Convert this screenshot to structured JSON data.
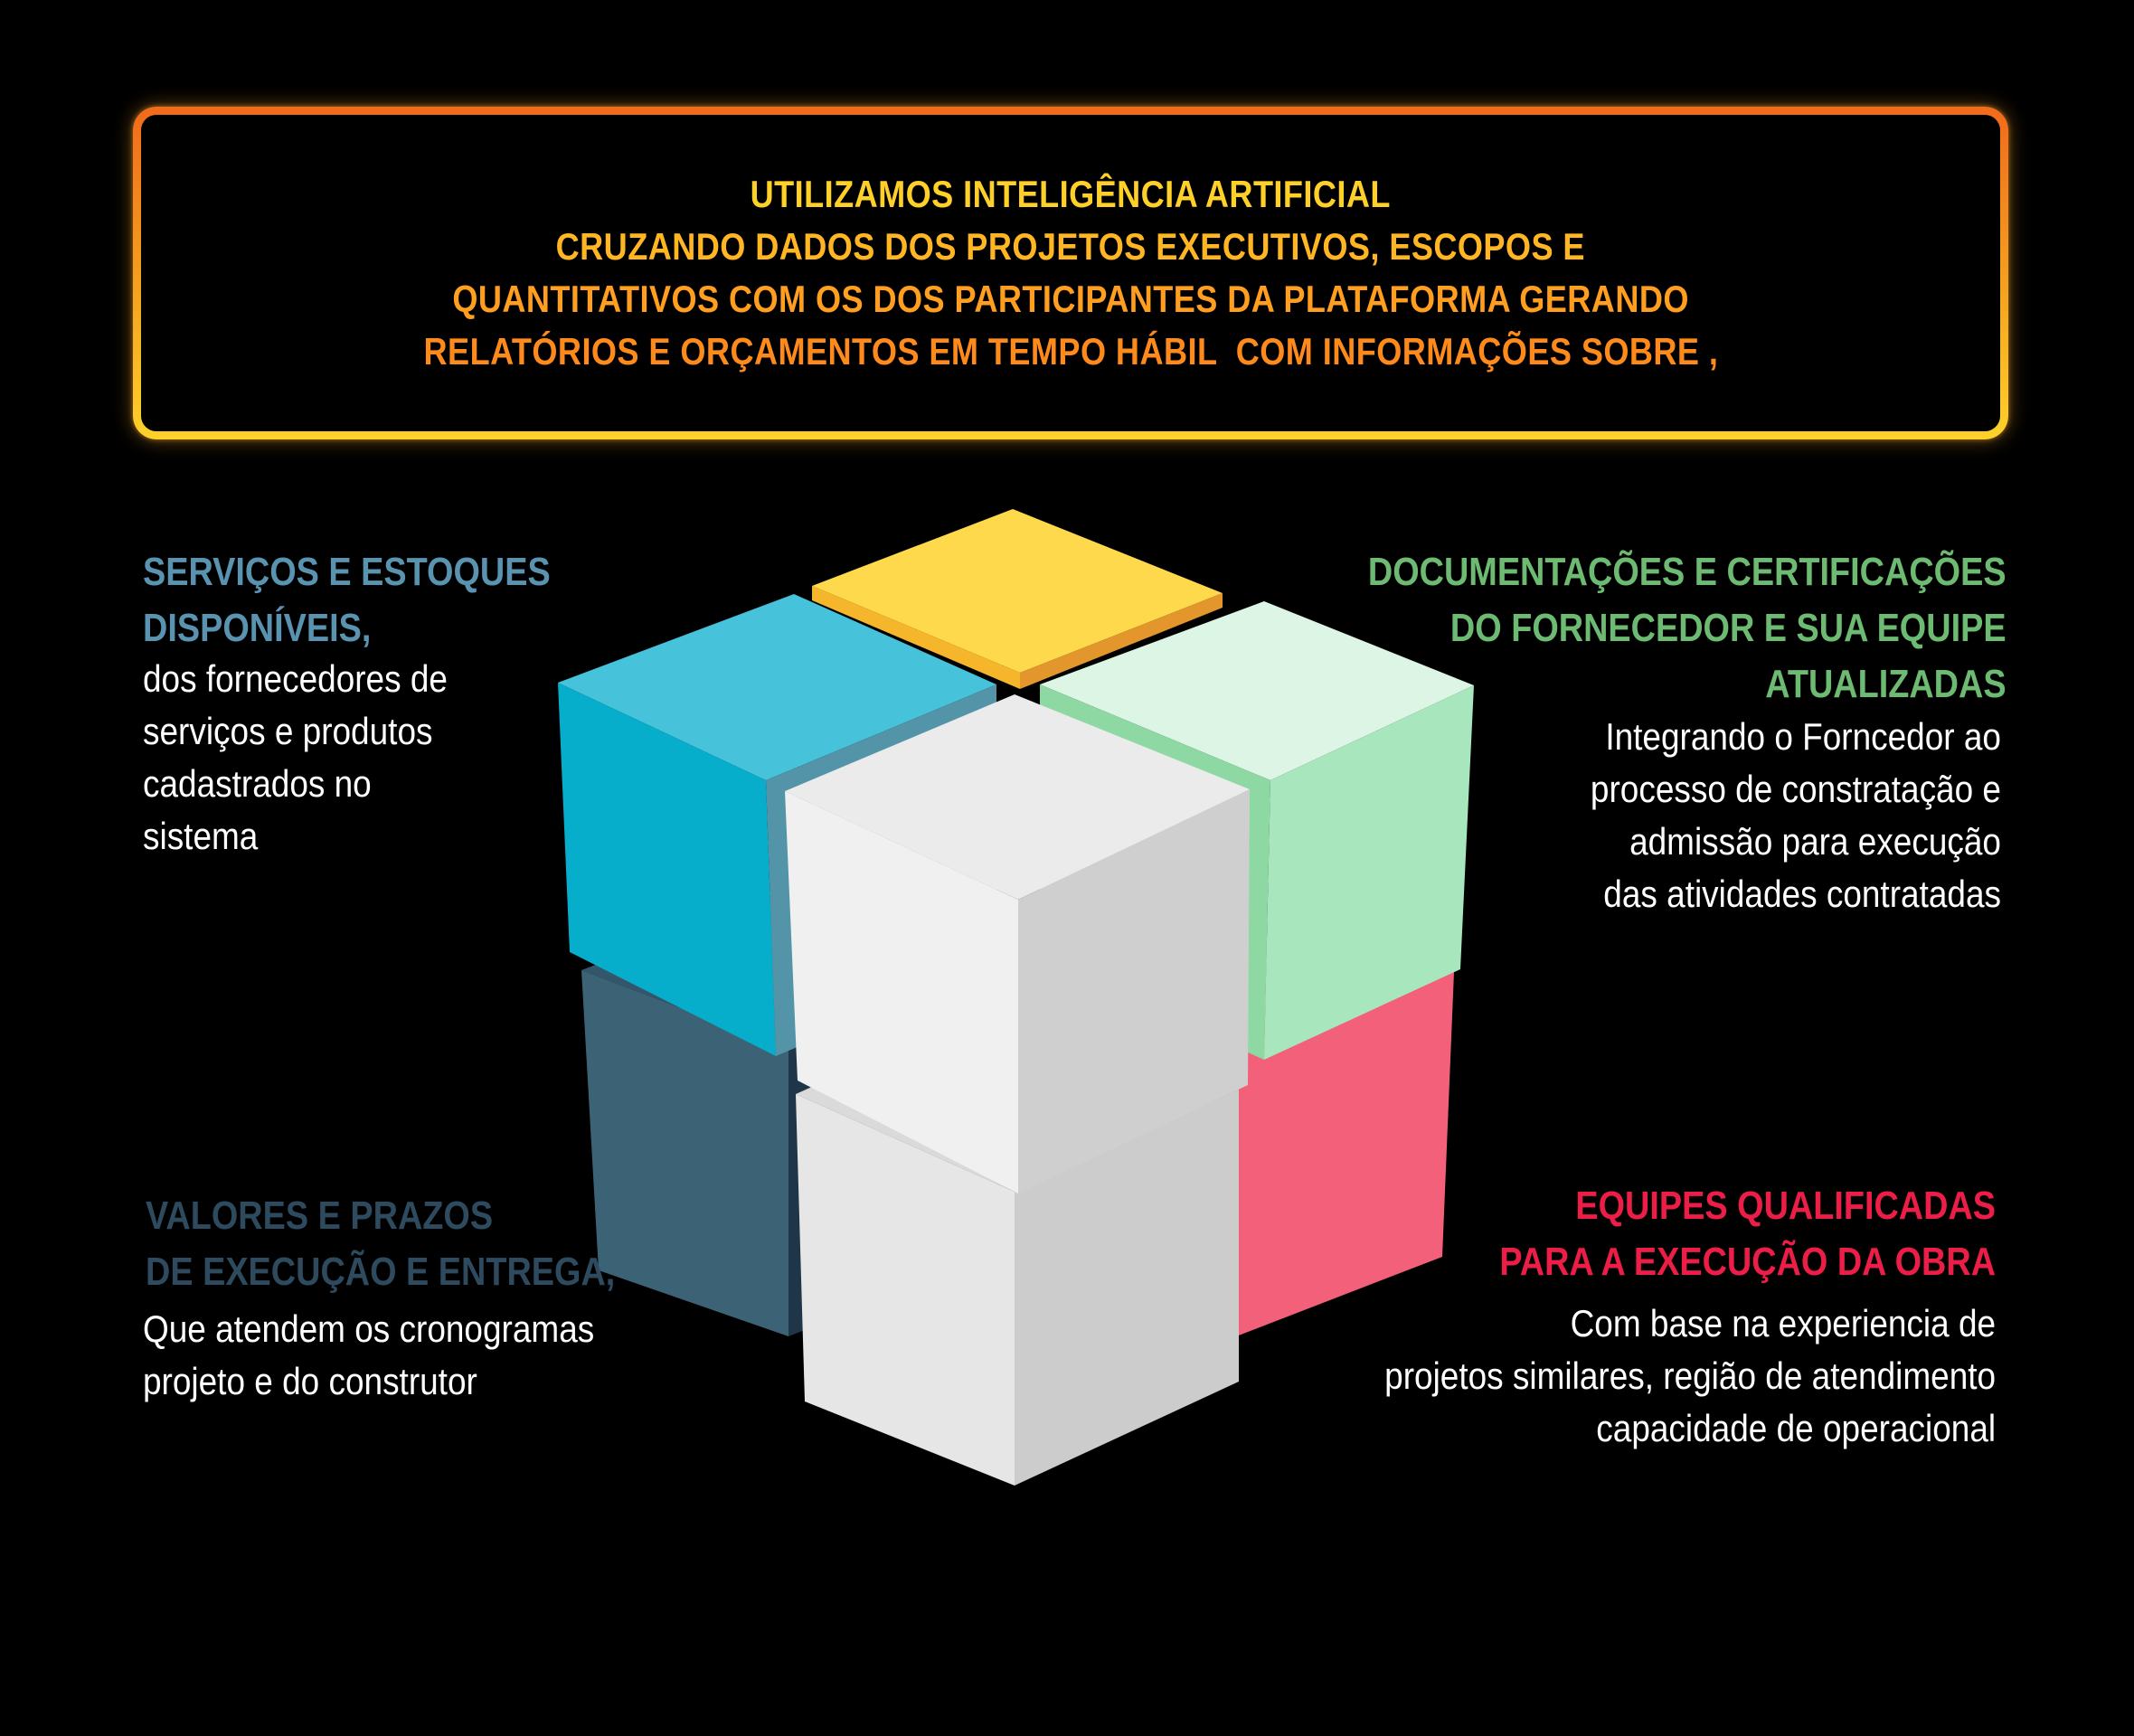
{
  "banner": {
    "lines": [
      "UTILIZAMOS INTELIGÊNCIA ARTIFICIAL",
      "CRUZANDO DADOS DOS PROJETOS EXECUTIVOS, ESCOPOS E",
      "QUANTITATIVOS COM OS DOS PARTICIPANTES DA PLATAFORMA GERANDO",
      "RELATÓRIOS E ORÇAMENTOS EM TEMPO HÁBIL  COM INFORMAÇÕES SOBRE ,"
    ],
    "colors": [
      "#ffd028",
      "#ffb622",
      "#ff9e1f",
      "#ff8a1c"
    ]
  },
  "sections": {
    "services": {
      "title": [
        "SERVIÇOS E ESTOQUES",
        "DISPONÍVEIS,"
      ],
      "title_color": "#5a93b0",
      "text": [
        "dos fornecedores de",
        "serviços e produtos",
        "cadastrados no",
        "sistema"
      ]
    },
    "documents": {
      "title": [
        "DOCUMENTAÇÕES E CERTIFICAÇÕES",
        "DO FORNECEDOR E SUA EQUIPE",
        "ATUALIZADAS"
      ],
      "title_color": "#6dbb72",
      "text": [
        "Integrando o Forncedor ao",
        "processo de constratação e",
        "admissão  para execução",
        "das atividades contratadas"
      ]
    },
    "values": {
      "title": [
        "VALORES E PRAZOS",
        "DE EXECUÇÃO E ENTREGA,"
      ],
      "title_color": "#2e4a5e",
      "text": [
        "Que atendem os cronogramas",
        "projeto e do construtor"
      ]
    },
    "teams": {
      "title": [
        "EQUIPES QUALIFICADAS",
        "PARA  A EXECUÇÃO DA OBRA"
      ],
      "title_color": "#ec1e48",
      "text": [
        "Com base na experiencia de",
        "projetos similares, região de atendimento",
        "capacidade de operacional"
      ]
    }
  },
  "cube_colors": {
    "yellow": "#ffd94c",
    "cyan": "#07aecb",
    "green": "#a8e6bd",
    "navy": "#3c6276",
    "red": "#f2607a",
    "white": "#e8e8e8"
  }
}
